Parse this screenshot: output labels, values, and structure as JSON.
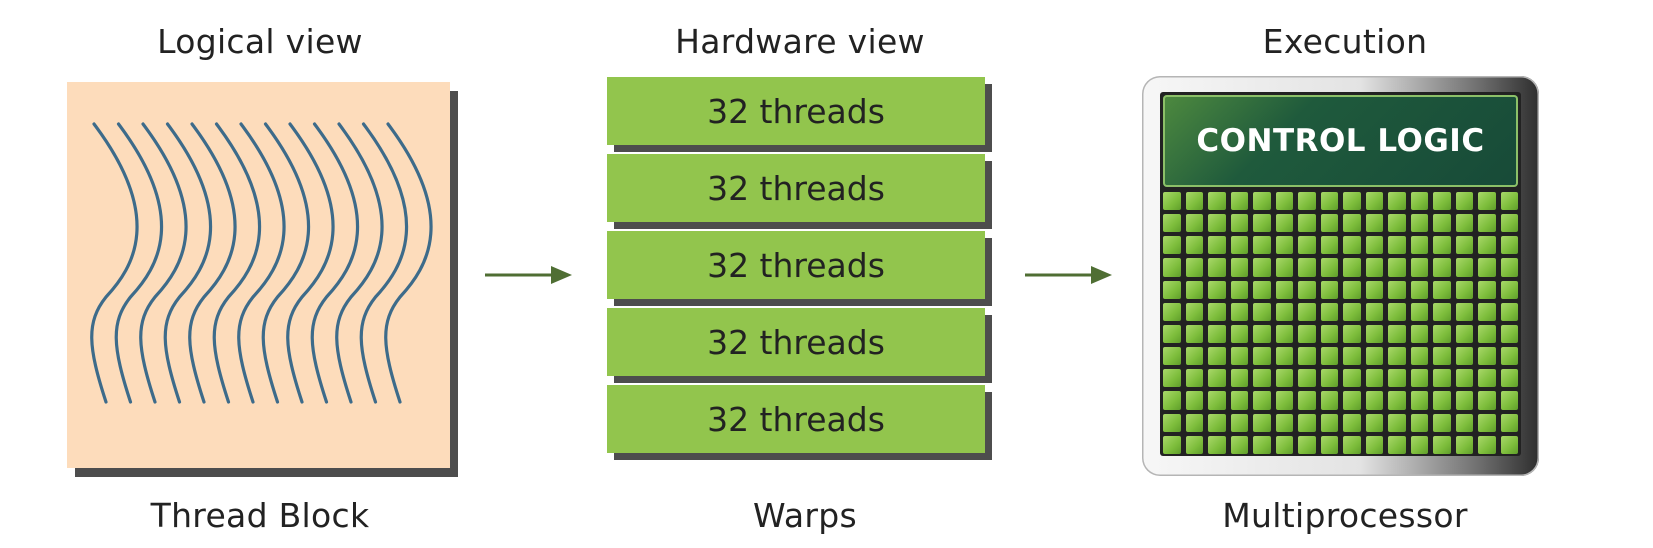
{
  "titles": {
    "logical": "Logical view",
    "hardware": "Hardware view",
    "execution": "Execution"
  },
  "labels": {
    "thread_block": "Thread Block",
    "warps": "Warps",
    "multiprocessor": "Multiprocessor"
  },
  "warps": [
    {
      "label": "32 threads"
    },
    {
      "label": "32 threads"
    },
    {
      "label": "32 threads"
    },
    {
      "label": "32 threads"
    },
    {
      "label": "32 threads"
    }
  ],
  "multiprocessor": {
    "control_logic": "CONTROL LOGIC",
    "core_grid": {
      "columns": 16,
      "rows": 12
    }
  },
  "thread_block": {
    "thread_count": 13
  },
  "colors": {
    "thread_block_fill": "#fddcbb",
    "thread_line": "#3d6b8a",
    "warp_fill": "#92c54d",
    "arrow": "#4f6e33",
    "shadow": "#4d4d4d",
    "control_logic_fill": "#1f5a3c",
    "core_fill": "#7dbd3b"
  }
}
